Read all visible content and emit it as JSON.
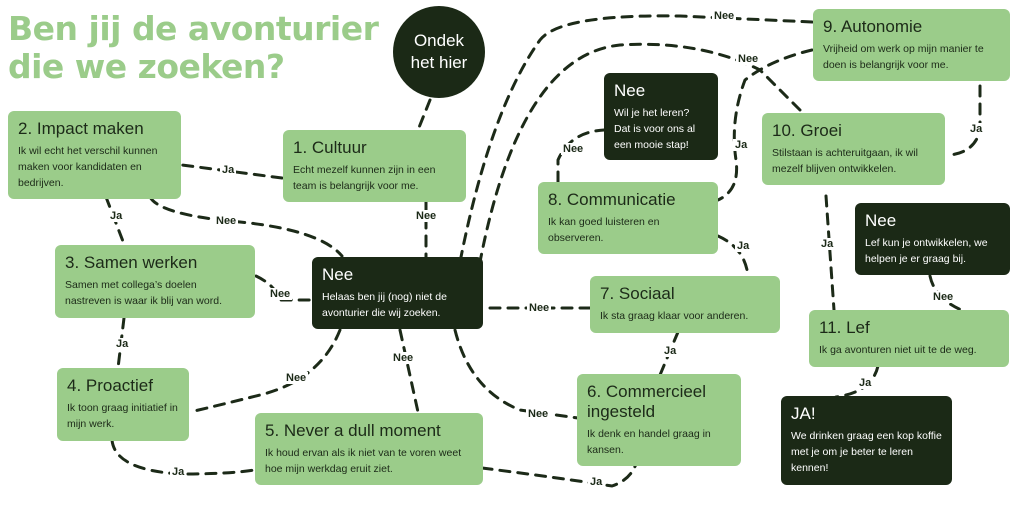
{
  "title": {
    "line1": "Ben jij de avonturier",
    "line2": "die we zoeken?"
  },
  "start": {
    "line1": "Ondek",
    "line2": "het hier"
  },
  "nodes": {
    "n1": {
      "title": "1. Cultuur",
      "text": "Echt mezelf kunnen zijn in een team is belangrijk voor me."
    },
    "n2": {
      "title": "2. Impact maken",
      "text": "Ik wil echt het verschil kunnen maken voor kandidaten en bedrijven."
    },
    "n3": {
      "title": "3. Samen werken",
      "text": "Samen met collega’s doelen nastreven is waar ik blij van word."
    },
    "n4": {
      "title": "4. Proactief",
      "text": "Ik toon graag initiatief in mijn werk."
    },
    "n5": {
      "title": "5. Never a dull moment",
      "text": "Ik houd ervan als ik niet van te voren weet hoe mijn werkdag eruit ziet."
    },
    "n6": {
      "title": "6. Commercieel ingesteld",
      "text": "Ik denk en handel graag in kansen."
    },
    "n7": {
      "title": "7. Sociaal",
      "text": "Ik sta graag klaar voor anderen."
    },
    "n8": {
      "title": "8. Communicatie",
      "text": "Ik kan goed luisteren en observeren."
    },
    "n9": {
      "title": "9. Autonomie",
      "text": "Vrijheid om werk op mijn manier te doen is belangrijk voor me."
    },
    "n10": {
      "title": "10. Groei",
      "text": "Stilstaan is achteruitgaan, ik wil mezelf blijven ontwikkelen."
    },
    "n11": {
      "title": "11. Lef",
      "text": "Ik ga avonturen niet uit te de weg."
    },
    "nee_main": {
      "title": "Nee",
      "text": "Helaas ben jij (nog) niet de avonturier die wij zoeken."
    },
    "nee_comm": {
      "title": "Nee",
      "text": "Wil je het leren? Dat is voor ons al een mooie stap!"
    },
    "nee_lef": {
      "title": "Nee",
      "text": "Lef kun je ontwikkelen, we helpen je er graag bij."
    },
    "ja_end": {
      "title": "JA!",
      "text": "We drinken graag een kop koffie met je om je beter te leren kennen!"
    }
  },
  "labels": {
    "yes": "Ja",
    "no": "Nee"
  },
  "colors": {
    "title": "#9bcc8a",
    "green_box": "#9bcc8a",
    "dark_box": "#1b2916",
    "line": "#1c2a18"
  }
}
